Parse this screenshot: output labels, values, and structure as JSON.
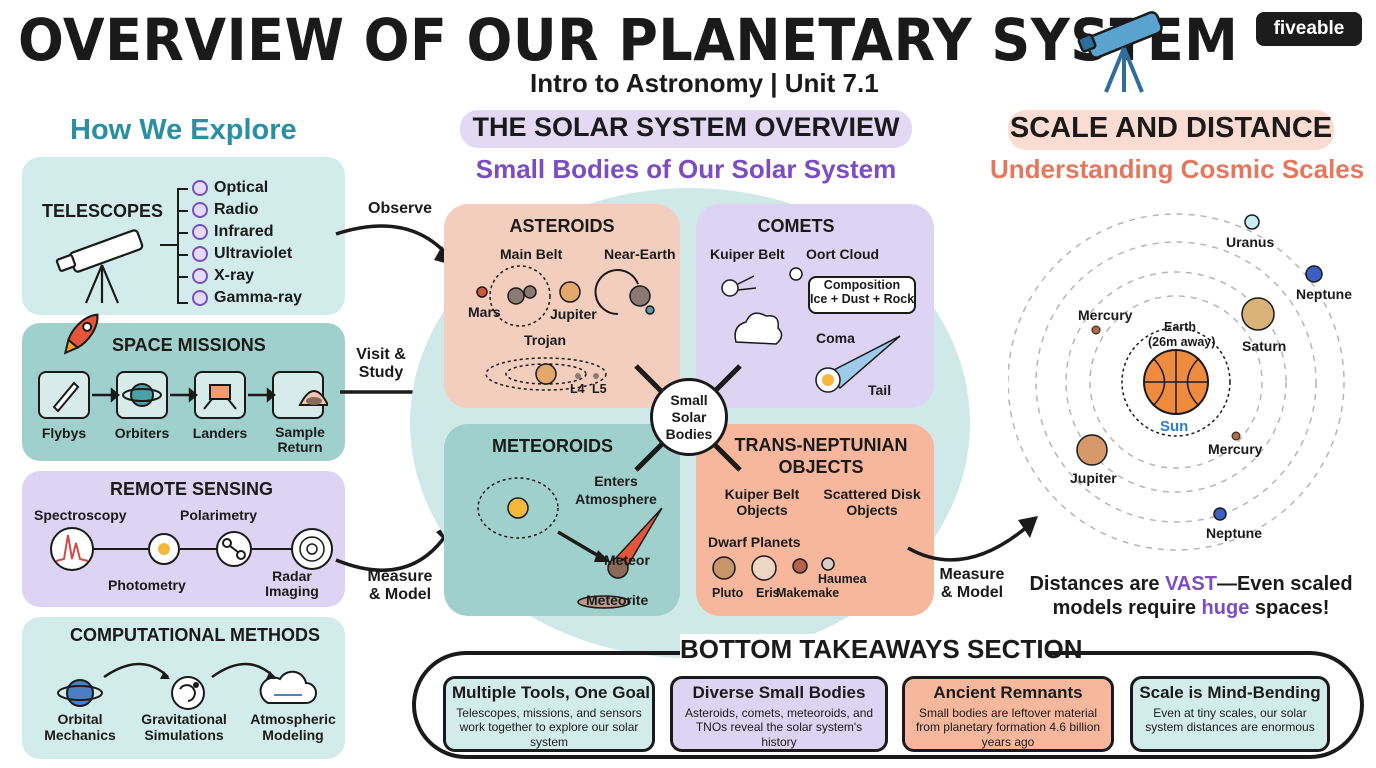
{
  "header": {
    "title": "OVERVIEW OF OUR PLANETARY SYSTEM",
    "subtitle": "Intro to Astronomy | Unit 7.1",
    "brand": "fiveable"
  },
  "left": {
    "heading": "How We Explore",
    "telescopes": {
      "title": "TELESCOPES",
      "wavelengths": [
        "Optical",
        "Radio",
        "Infrared",
        "Ultraviolet",
        "X-ray",
        "Gamma-ray"
      ]
    },
    "missions": {
      "title": "SPACE MISSIONS",
      "steps": [
        "Flybys",
        "Orbiters",
        "Landers",
        "Sample\nReturn"
      ]
    },
    "remote": {
      "title": "REMOTE SENSING",
      "spectroscopy": "Spectroscopy",
      "polarimetry": "Polarimetry",
      "photometry": "Photometry",
      "radar": "Radar\nImaging"
    },
    "computational": {
      "title": "COMPUTATIONAL METHODS",
      "steps": [
        "Orbital\nMechanics",
        "Gravitational\nSimulations",
        "Atmospheric\nModeling"
      ]
    }
  },
  "arrows": {
    "observe": "Observe",
    "visit": "Visit &\nStudy",
    "measure_left": "Measure\n& Model",
    "measure_right": "Measure\n& Model"
  },
  "center": {
    "heading": "THE SOLAR SYSTEM OVERVIEW",
    "subheading": "Small Bodies of Our Solar System",
    "hub": "Small\nSolar\nBodies",
    "asteroids": {
      "title": "ASTEROIDS",
      "main_belt": "Main Belt",
      "near_earth": "Near-Earth",
      "mars": "Mars",
      "jupiter": "Jupiter",
      "trojan": "Trojan",
      "l4": "L4",
      "l5": "L5"
    },
    "comets": {
      "title": "COMETS",
      "kuiper": "Kuiper Belt",
      "oort": "Oort Cloud",
      "composition_title": "Composition",
      "composition_body": "Ice + Dust + Rock",
      "coma": "Coma",
      "tail": "Tail"
    },
    "meteoroids": {
      "title": "METEOROIDS",
      "enters": "Enters\nAtmosphere",
      "meteor": "Meteor",
      "meteorite": "Meteorite"
    },
    "tno": {
      "title": "TRANS-NEPTUNIAN\nOBJECTS",
      "kuiper": "Kuiper Belt\nObjects",
      "scattered": "Scattered Disk\nObjects",
      "dwarf": "Dwarf Planets",
      "pluto": "Pluto",
      "eris": "Eris",
      "makemake": "Makemake",
      "haumea": "Haumea"
    }
  },
  "right": {
    "heading": "SCALE AND DISTANCE",
    "subheading": "Understanding Cosmic Scales",
    "sun": "Sun",
    "earth": "Earth\n(26m away)",
    "planets": {
      "mercury_top": "Mercury",
      "mercury_right": "Mercury",
      "saturn": "Saturn",
      "uranus": "Uranus",
      "neptune_top": "Neptune",
      "neptune_bottom": "Neptune",
      "jupiter": "Jupiter"
    },
    "note_part1": "Distances are ",
    "note_vast": "VAST",
    "note_part2": "—Even scaled",
    "note_part3": "models require ",
    "note_huge": "huge",
    "note_part4": " spaces!"
  },
  "takeaways": {
    "heading": "BOTTOM TAKEAWAYS SECTION",
    "cards": [
      {
        "title": "Multiple Tools, One Goal",
        "body": "Telescopes, missions, and sensors work together to explore our solar system"
      },
      {
        "title": "Diverse Small Bodies",
        "body": "Asteroids, comets, meteoroids, and TNOs reveal the solar system's history"
      },
      {
        "title": "Ancient Remnants",
        "body": "Small bodies are leftover material from planetary formation 4.6 billion years ago"
      },
      {
        "title": "Scale is Mind-Bending",
        "body": "Even at tiny scales, our solar system distances are enormous"
      }
    ]
  },
  "colors": {
    "teal_panel": "#d2ecec",
    "teal_dark": "#9fd0cc",
    "purple_panel": "#ddd3f2",
    "salmon_panel": "#f3cdbd",
    "orange_panel": "#f6b79d",
    "big_circle": "#cfe9e8",
    "teal_head": "#2a8fa0",
    "purple_head": "#7b4cc2",
    "salmon_head": "#e4775c"
  }
}
